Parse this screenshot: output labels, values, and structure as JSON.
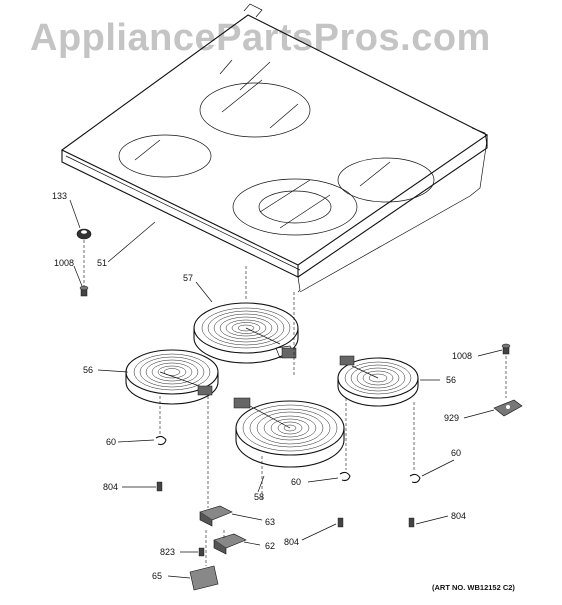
{
  "watermark": "AppliancePartsPros.com",
  "art_number": "(ART NO. WB12152 C2)",
  "callouts": {
    "c133": "133",
    "c1008a": "1008",
    "c51": "51",
    "c57": "57",
    "c56a": "56",
    "c56b": "56",
    "c1008b": "1008",
    "c929": "929",
    "c60a": "60",
    "c60b": "60",
    "c60c": "60",
    "c804a": "804",
    "c804b": "804",
    "c804c": "804",
    "c58": "58",
    "c63": "63",
    "c62": "62",
    "c823": "823",
    "c65": "65"
  }
}
